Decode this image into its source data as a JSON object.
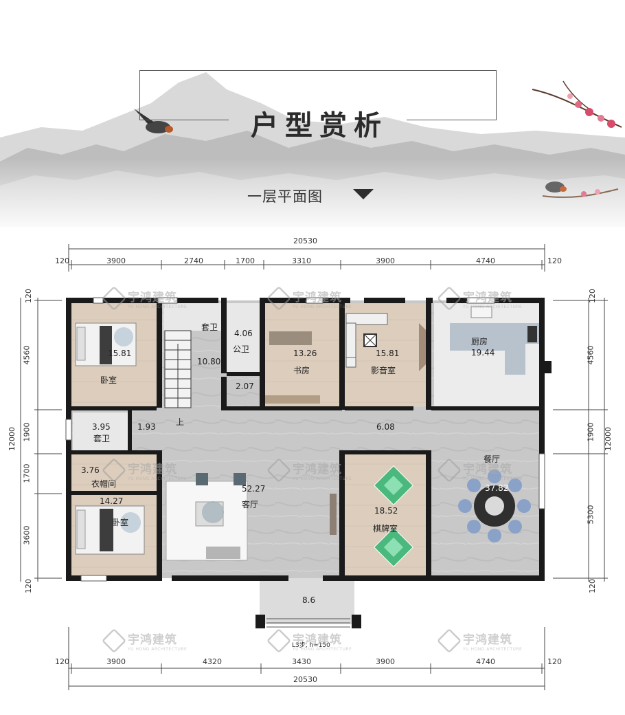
{
  "header": {
    "title": "户型赏析",
    "subtitle": "一层平面图"
  },
  "dimensions": {
    "top_total": "20530",
    "top_segments": [
      "120",
      "3900",
      "2740",
      "1700",
      "3310",
      "3900",
      "4740",
      "120"
    ],
    "bottom_total": "20530",
    "bottom_segments": [
      "120",
      "3900",
      "4320",
      "3430",
      "3900",
      "4740",
      "120"
    ],
    "left_total": "12000",
    "left_segments": [
      "120",
      "4560",
      "1900",
      "1700",
      "3600",
      "120"
    ],
    "right_total": "12000",
    "right_segments": [
      "120",
      "4560",
      "1900",
      "5300",
      "120"
    ]
  },
  "rooms": {
    "bedroom1": {
      "name": "卧室",
      "area": "15.81"
    },
    "ensuite1": {
      "name": "套卫"
    },
    "stair_area": {
      "area": "10.80"
    },
    "stair_up": "上",
    "public_wc": {
      "name": "公卫",
      "area": "4.06"
    },
    "small_room": {
      "area": "2.07"
    },
    "study": {
      "name": "书房",
      "area": "13.26"
    },
    "theater": {
      "name": "影音室",
      "area": "15.81"
    },
    "kitchen": {
      "name": "厨房",
      "area": "19.44"
    },
    "ensuite2": {
      "name": "套卫",
      "area": "3.95"
    },
    "corridor1": {
      "area": "1.93"
    },
    "corridor2": {
      "area": "6.08"
    },
    "closet": {
      "name": "衣帽间",
      "area": "3.76"
    },
    "bedroom2": {
      "name": "卧室",
      "area": "14.27"
    },
    "living": {
      "name": "客厅",
      "area": "52.27"
    },
    "chess": {
      "name": "棋牌室",
      "area": "18.52"
    },
    "dining": {
      "name": "餐厅",
      "area": "37.82"
    },
    "porch": {
      "area": "8.6"
    },
    "steps_note": "L3步, h=150"
  },
  "watermark": {
    "name": "宇鸿建筑",
    "sub": "YU HONG ARCHITECTURE"
  },
  "colors": {
    "wall": "#1a1a1a",
    "floor_tile": "#c9c9c9",
    "wood_floor": "#d8c9ba",
    "kitchen_floor": "#b5bfc9",
    "accent_green": "#5fc48f",
    "dining_blue": "#8aa2c8"
  }
}
